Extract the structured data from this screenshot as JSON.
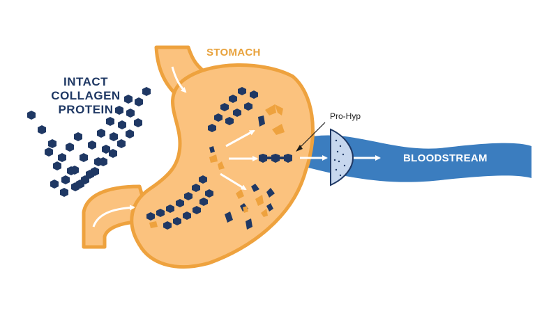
{
  "labels": {
    "collagen": [
      "INTACT",
      "COLLAGEN",
      "PROTEIN"
    ],
    "stomach": "STOMACH",
    "pro_hyp": "Pro-Hyp",
    "bloodstream": "BLOODSTREAM"
  },
  "colors": {
    "stomach_fill": "#fbc27e",
    "stomach_outline": "#eea23e",
    "collagen_navy": "#1f3864",
    "fragment_orange": "#eea23e",
    "bloodstream_blue": "#3b7dbf",
    "membrane_light": "#c7d7ee",
    "arrow_white": "#ffffff"
  }
}
